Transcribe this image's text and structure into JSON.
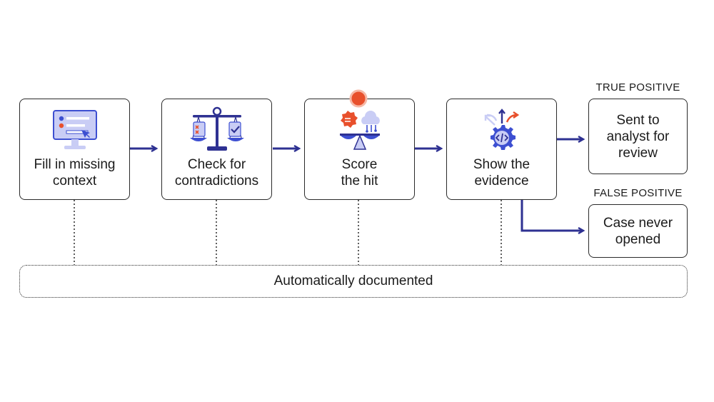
{
  "steps": [
    {
      "label": "Fill in missing\ncontext",
      "icon": "computer-checklist-icon"
    },
    {
      "label": "Check for\ncontradictions",
      "icon": "balance-scale-icon"
    },
    {
      "label": "Score\nthe hit",
      "icon": "scoring-scale-icon"
    },
    {
      "label": "Show the\nevidence",
      "icon": "code-gear-arrows-icon"
    }
  ],
  "outcomes": {
    "true_positive": {
      "heading": "TRUE POSITIVE",
      "label": "Sent to\nanalyst for\nreview"
    },
    "false_positive": {
      "heading": "FALSE POSITIVE",
      "label": "Case never\nopened"
    }
  },
  "documentation": {
    "label": "Automatically documented"
  },
  "colors": {
    "arrow": "#2e3192",
    "accent_red": "#e8502c",
    "accent_orange": "#f39a1e",
    "icon_blue": "#3d4fd1",
    "icon_light": "#c9cdf5"
  }
}
